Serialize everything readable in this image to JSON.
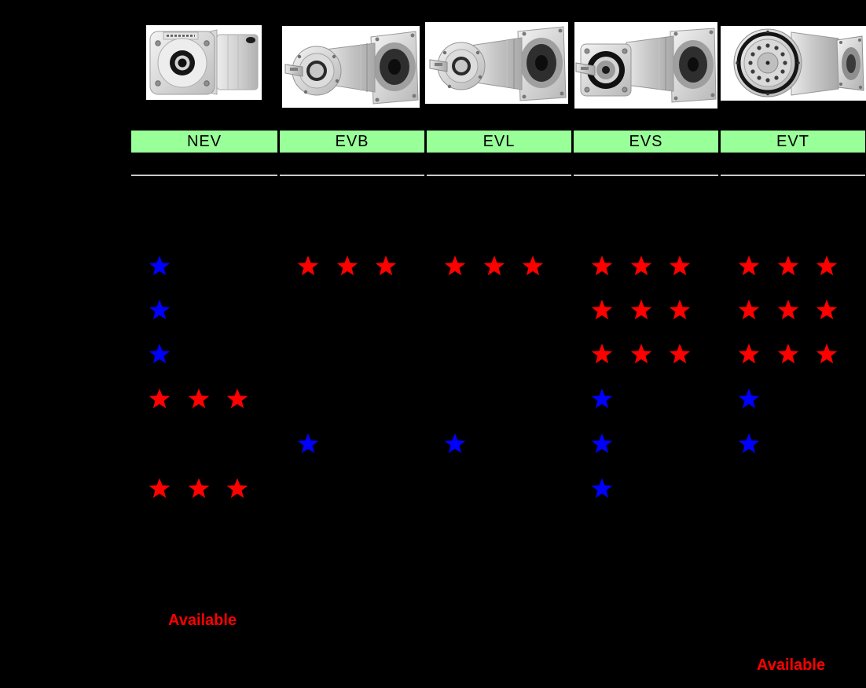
{
  "page": {
    "background_color": "#000000"
  },
  "header": {
    "labels": [
      "NEV",
      "EVB",
      "EVL",
      "EVS",
      "EVT"
    ],
    "background_color": "#99FF99",
    "text_color": "#000000"
  },
  "products": [
    {
      "label": "NEV",
      "photo": "nev-inline-right-angle-gearhead-photo"
    },
    {
      "label": "EVB",
      "photo": "evb-right-angle-planetary-gearhead-photo"
    },
    {
      "label": "EVL",
      "photo": "evl-right-angle-planetary-gearhead-photo"
    },
    {
      "label": "EVS",
      "photo": "evs-right-angle-planetary-gearhead-photo"
    },
    {
      "label": "EVT",
      "photo": "evt-right-angle-disc-flange-gearhead-photo"
    }
  ],
  "availability_matrix": {
    "legend": {
      "red": "#FF0000",
      "blue": "#0000FF"
    },
    "columns": [
      "NEV",
      "EVB",
      "EVL",
      "EVS",
      "EVT"
    ],
    "rows": [
      {
        "cells": [
          {
            "stars": 1,
            "color": "blue"
          },
          {
            "stars": 3,
            "color": "red"
          },
          {
            "stars": 3,
            "color": "red"
          },
          {
            "stars": 3,
            "color": "red"
          },
          {
            "stars": 3,
            "color": "red"
          }
        ]
      },
      {
        "cells": [
          {
            "stars": 1,
            "color": "blue"
          },
          {
            "stars": 0,
            "color": null
          },
          {
            "stars": 0,
            "color": null
          },
          {
            "stars": 3,
            "color": "red"
          },
          {
            "stars": 3,
            "color": "red"
          }
        ]
      },
      {
        "cells": [
          {
            "stars": 1,
            "color": "blue"
          },
          {
            "stars": 0,
            "color": null
          },
          {
            "stars": 0,
            "color": null
          },
          {
            "stars": 3,
            "color": "red"
          },
          {
            "stars": 3,
            "color": "red"
          }
        ]
      },
      {
        "cells": [
          {
            "stars": 3,
            "color": "red"
          },
          {
            "stars": 0,
            "color": null
          },
          {
            "stars": 0,
            "color": null
          },
          {
            "stars": 1,
            "color": "blue"
          },
          {
            "stars": 1,
            "color": "blue"
          }
        ]
      },
      {
        "cells": [
          {
            "stars": 0,
            "color": null
          },
          {
            "stars": 1,
            "color": "blue"
          },
          {
            "stars": 1,
            "color": "blue"
          },
          {
            "stars": 1,
            "color": "blue"
          },
          {
            "stars": 1,
            "color": "blue"
          }
        ]
      },
      {
        "cells": [
          {
            "stars": 3,
            "color": "red"
          },
          {
            "stars": 0,
            "color": null
          },
          {
            "stars": 0,
            "color": null
          },
          {
            "stars": 1,
            "color": "blue"
          },
          {
            "stars": 0,
            "color": null
          }
        ]
      }
    ]
  },
  "annotations": [
    {
      "text": "Available",
      "color": "#FF0000"
    },
    {
      "text": "Available",
      "color": "#FF0000"
    }
  ]
}
